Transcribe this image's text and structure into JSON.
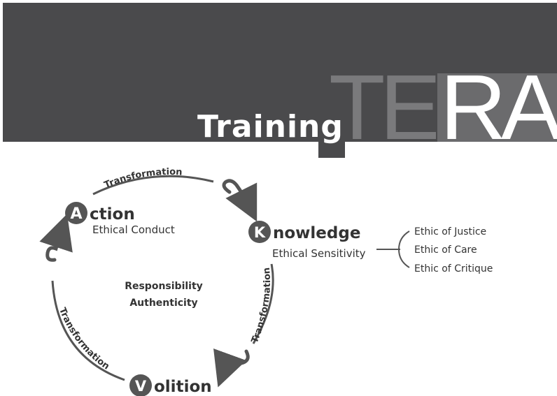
{
  "header": {
    "title": "Training",
    "logo_light": "TE",
    "logo_bright": "RA"
  },
  "cycle": {
    "action": {
      "letter": "A",
      "rest": "ction",
      "subtitle": "Ethical Conduct"
    },
    "knowledge": {
      "letter": "K",
      "rest": "nowledge",
      "subtitle": "Ethical Sensitivity"
    },
    "volition": {
      "letter": "V",
      "rest": "olition"
    },
    "transformation_top": "Transformation",
    "transformation_right": "Transformation",
    "transformation_left": "Transformation",
    "center_line1": "Responsibility",
    "center_line2": "Authenticity"
  },
  "ethics": {
    "items": [
      "Ethic of Justice",
      "Ethic of Care",
      "Ethic of Critique"
    ]
  },
  "colors": {
    "banner": "#4a4a4c",
    "circle": "#555555",
    "text": "#333333"
  }
}
